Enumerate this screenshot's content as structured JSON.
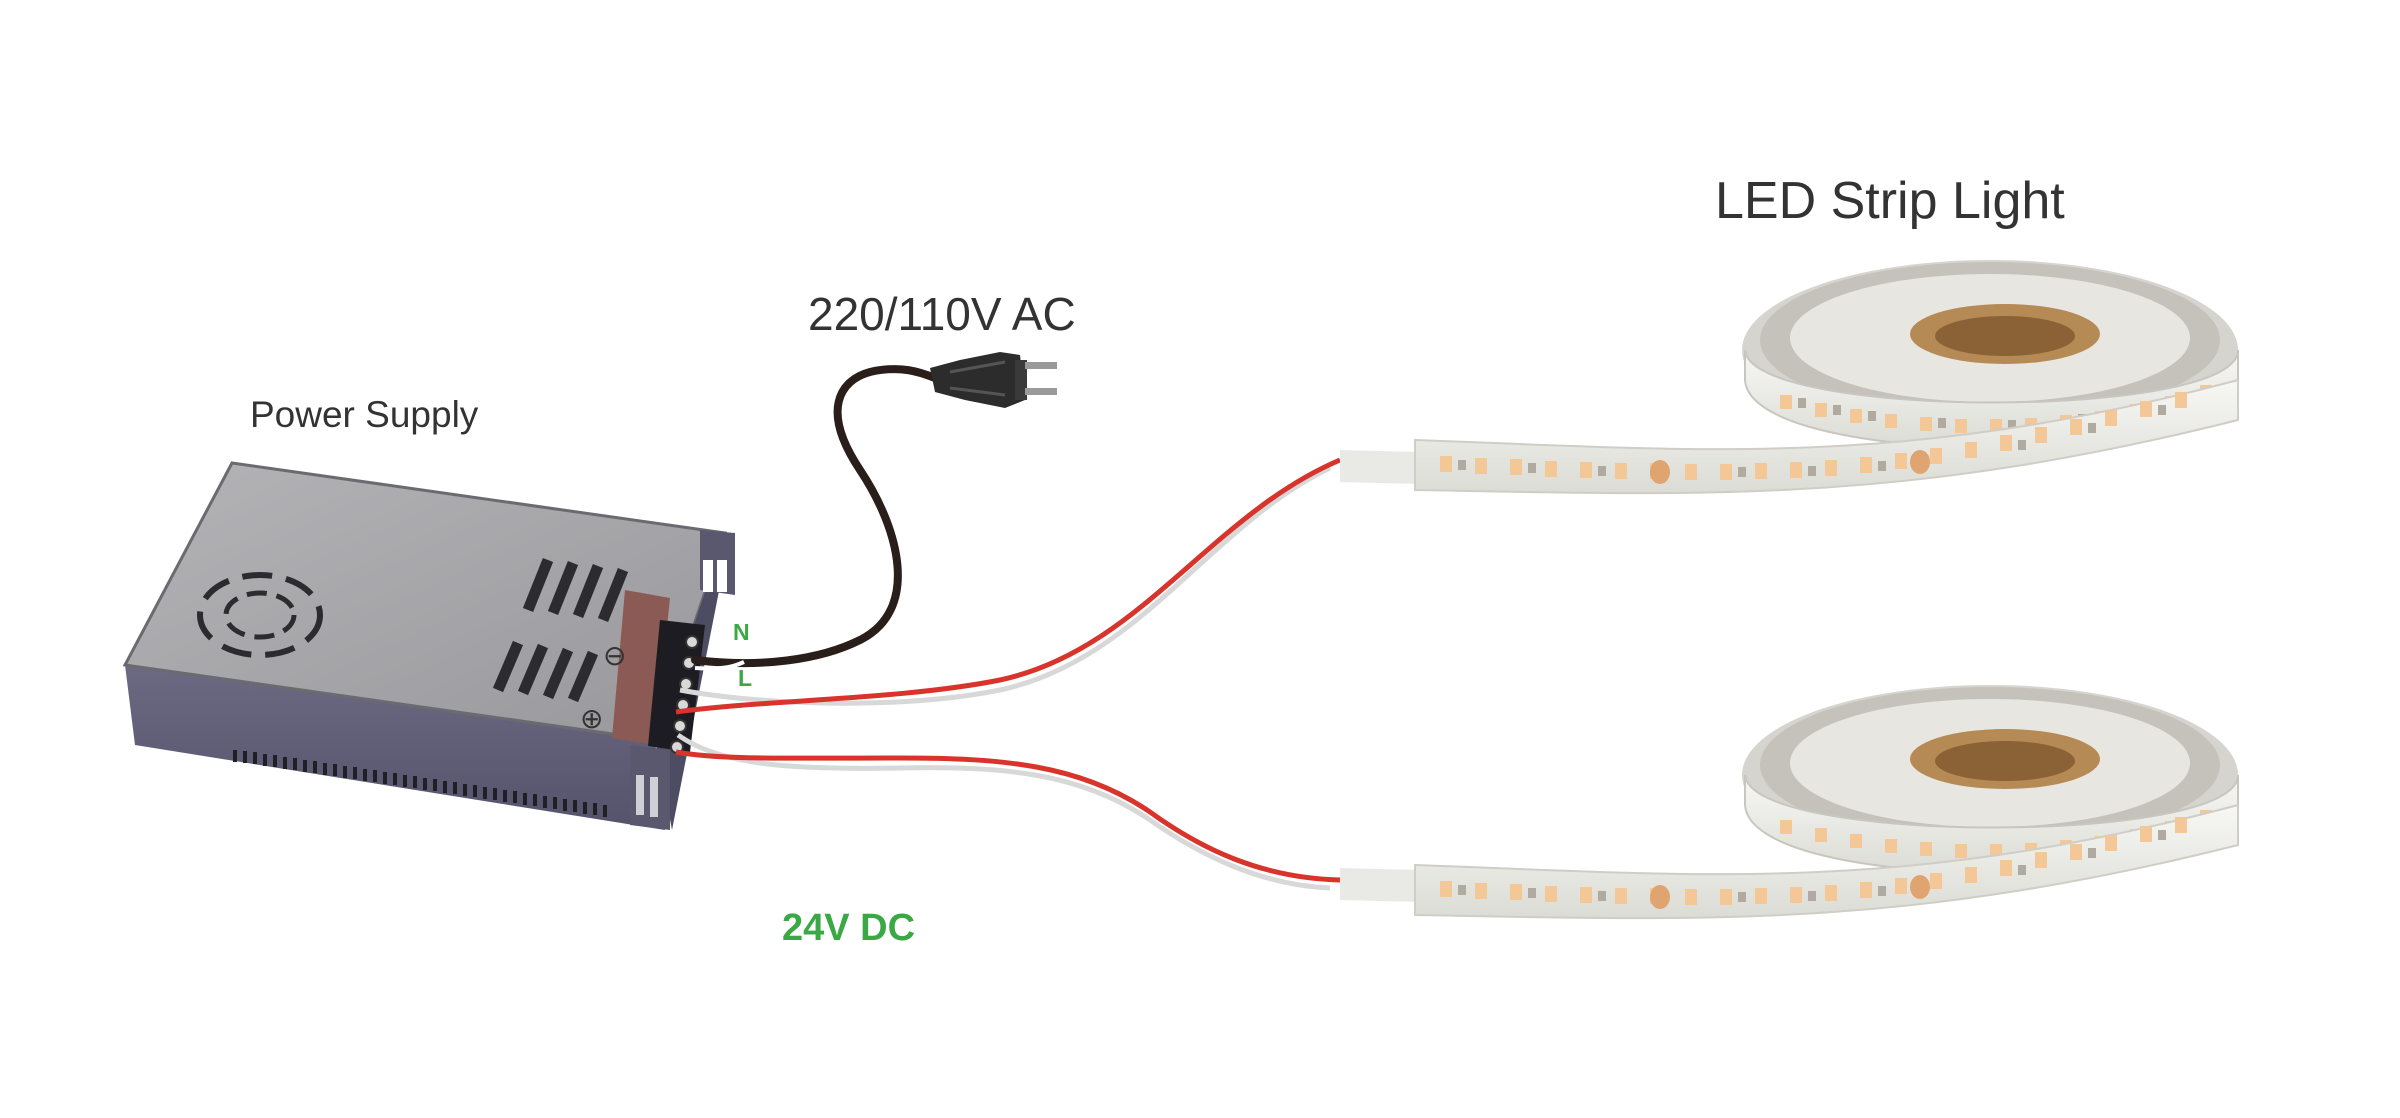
{
  "labels": {
    "power_supply": "Power Supply",
    "ac_input": "220/110V AC",
    "led_strip": "LED Strip Light",
    "dc_output": "24V DC",
    "neutral": "N",
    "live": "L",
    "minus": "⊖",
    "plus": "⊕"
  },
  "colors": {
    "label_text": "#333333",
    "accent_green": "#3aa845",
    "wire_red": "#d9342b",
    "wire_white": "#d8d8d8",
    "cord_black": "#2a1e1a",
    "psu_top": "#a8a8ab",
    "psu_front": "#5e5c75",
    "strip_body": "#efefec",
    "led_warm": "#f3c896"
  },
  "icons": [
    "ac-plug-icon",
    "fan-grille-icon",
    "terminal-block-icon"
  ]
}
